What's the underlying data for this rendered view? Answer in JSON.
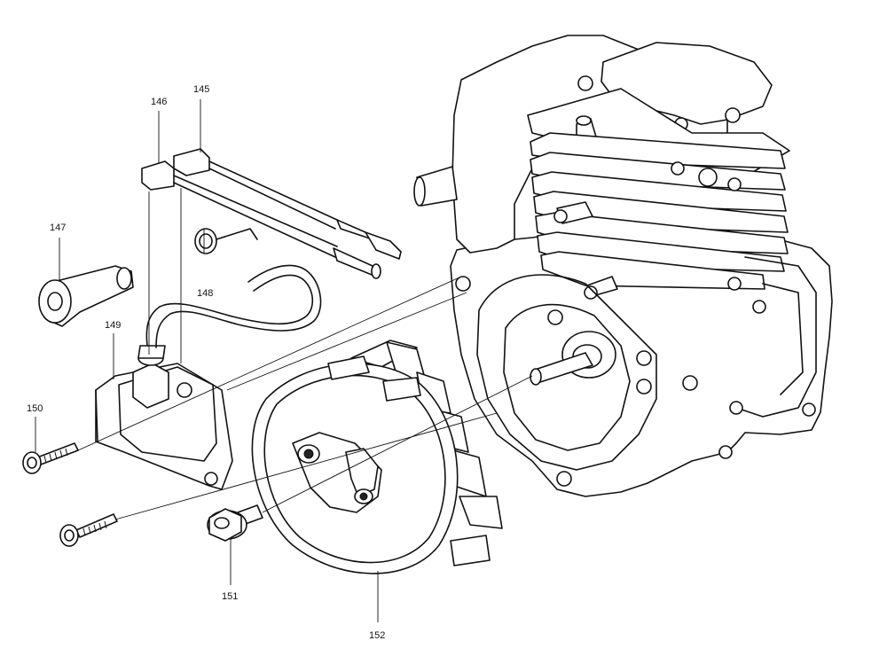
{
  "diagram": {
    "callouts": [
      {
        "id": "145",
        "label": "145"
      },
      {
        "id": "146",
        "label": "146"
      },
      {
        "id": "147",
        "label": "147"
      },
      {
        "id": "148",
        "label": "148"
      },
      {
        "id": "149",
        "label": "149"
      },
      {
        "id": "150",
        "label": "150"
      },
      {
        "id": "151",
        "label": "151"
      },
      {
        "id": "152",
        "label": "152"
      }
    ]
  }
}
